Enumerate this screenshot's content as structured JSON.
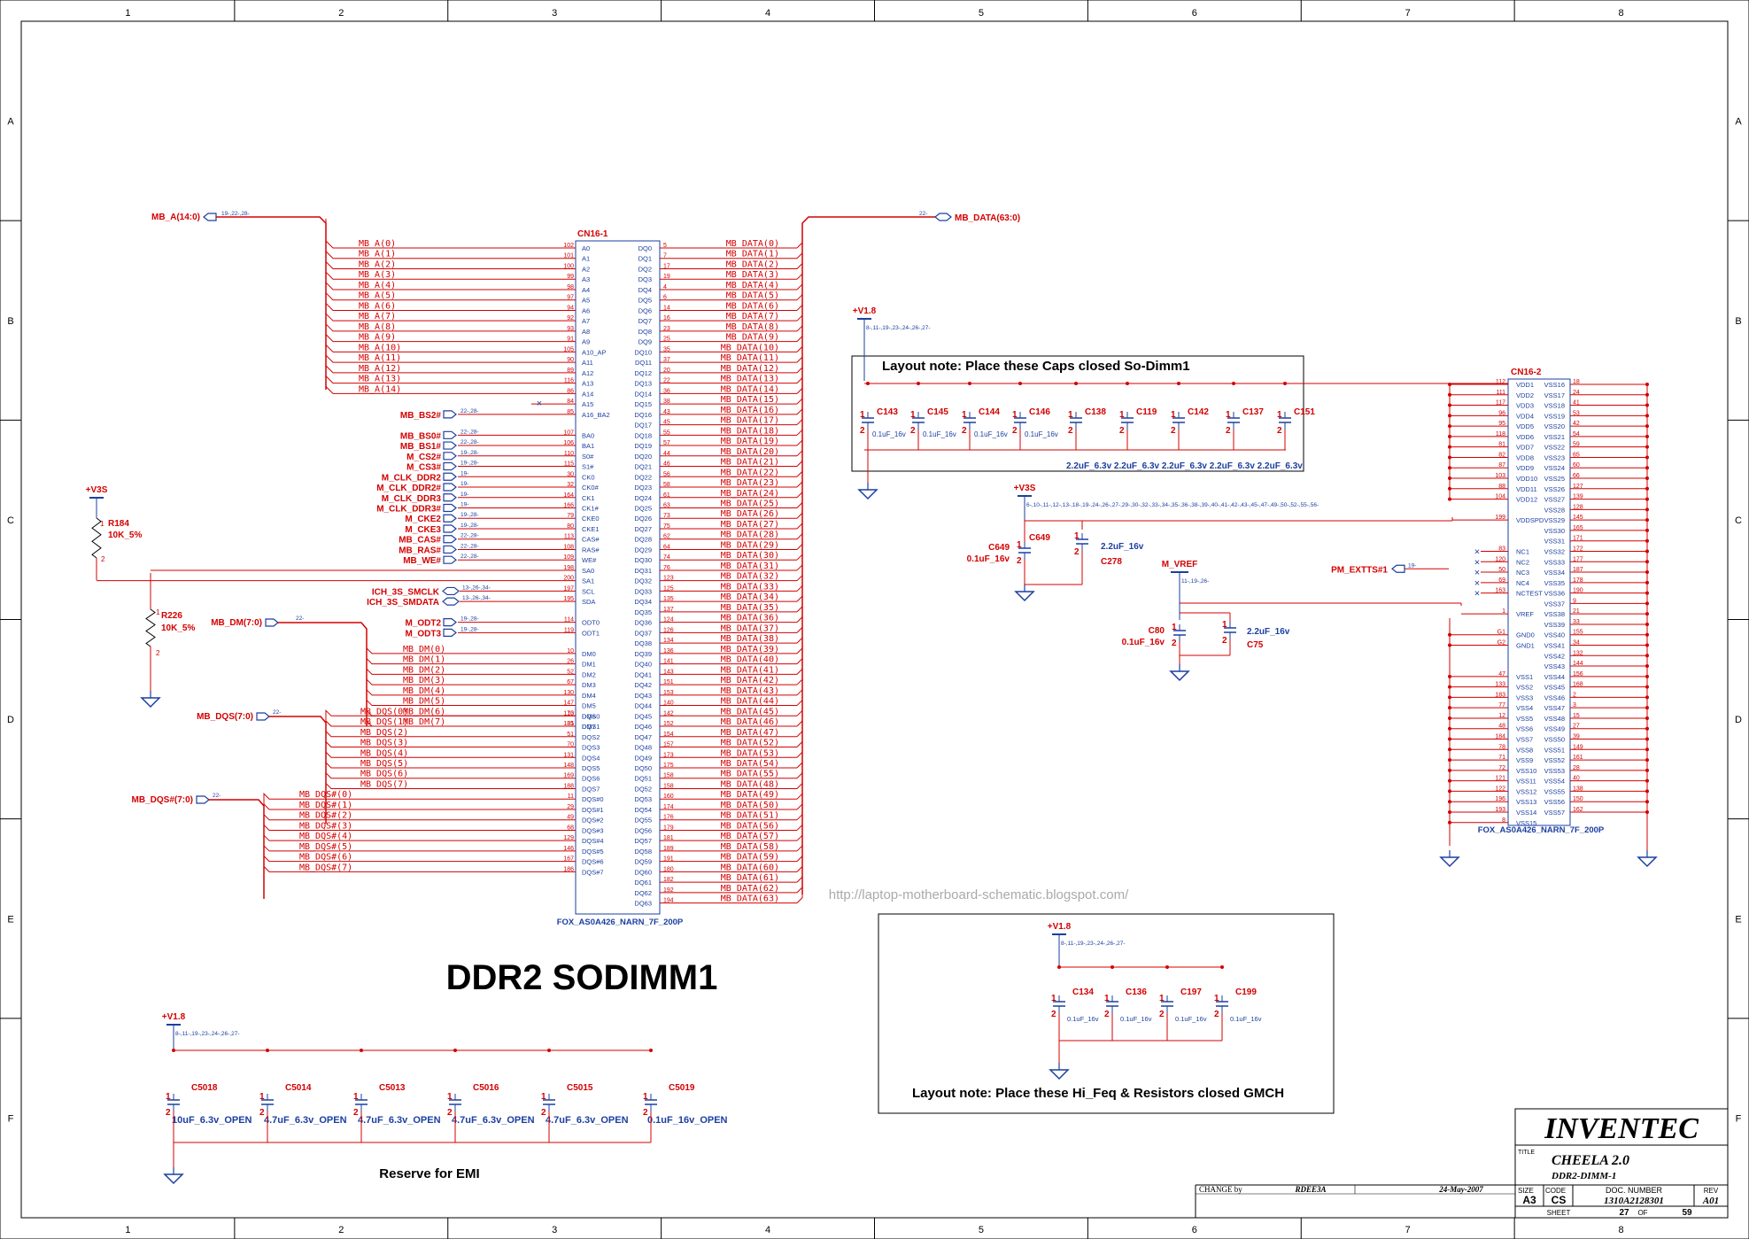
{
  "frame": {
    "cols": [
      "1",
      "2",
      "3",
      "4",
      "5",
      "6",
      "7",
      "8"
    ],
    "rows": [
      "A",
      "B",
      "C",
      "D",
      "E",
      "F"
    ]
  },
  "page_title": "DDR2 SODIMM1",
  "watermark": "http://laptop-motherboard-schematic.blogspot.com/",
  "cn16_1": {
    "ref": "CN16-1",
    "part": "FOX_AS0A426_NARN_7F_200P",
    "addr_pins": [
      {
        "num": "102",
        "name": "A0"
      },
      {
        "num": "101",
        "name": "A1"
      },
      {
        "num": "100",
        "name": "A2"
      },
      {
        "num": "99",
        "name": "A3"
      },
      {
        "num": "98",
        "name": "A4"
      },
      {
        "num": "97",
        "name": "A5"
      },
      {
        "num": "94",
        "name": "A6"
      },
      {
        "num": "92",
        "name": "A7"
      },
      {
        "num": "93",
        "name": "A8"
      },
      {
        "num": "91",
        "name": "A9"
      },
      {
        "num": "105",
        "name": "A10_AP"
      },
      {
        "num": "90",
        "name": "A11"
      },
      {
        "num": "89",
        "name": "A12"
      },
      {
        "num": "116",
        "name": "A13"
      },
      {
        "num": "86",
        "name": "A14"
      },
      {
        "num": "84",
        "name": "A15"
      },
      {
        "num": "85",
        "name": "A16_BA2"
      }
    ],
    "addr_nets": [
      "MB_A(0)",
      "MB_A(1)",
      "MB_A(2)",
      "MB_A(3)",
      "MB_A(4)",
      "MB_A(5)",
      "MB_A(6)",
      "MB_A(7)",
      "MB_A(8)",
      "MB_A(9)",
      "MB_A(10)",
      "MB_A(11)",
      "MB_A(12)",
      "MB_A(13)",
      "MB_A(14)"
    ],
    "ctrl_pins": [
      {
        "num": "107",
        "name": "BA0",
        "net": "MB_BS0#",
        "ref": "22-,28-"
      },
      {
        "num": "106",
        "name": "BA1",
        "net": "MB_BS1#",
        "ref": "22-,28-"
      },
      {
        "num": "110",
        "name": "S0#",
        "net": "M_CS2#",
        "ref": "19-,28-"
      },
      {
        "num": "115",
        "name": "S1#",
        "net": "M_CS3#",
        "ref": "19-,28-"
      },
      {
        "num": "30",
        "name": "CK0",
        "net": "M_CLK_DDR2",
        "ref": "19-"
      },
      {
        "num": "32",
        "name": "CK0#",
        "net": "M_CLK_DDR2#",
        "ref": "19-"
      },
      {
        "num": "164",
        "name": "CK1",
        "net": "M_CLK_DDR3",
        "ref": "19-"
      },
      {
        "num": "166",
        "name": "CK1#",
        "net": "M_CLK_DDR3#",
        "ref": "19-"
      },
      {
        "num": "79",
        "name": "CKE0",
        "net": "M_CKE2",
        "ref": "19-,28-"
      },
      {
        "num": "80",
        "name": "CKE1",
        "net": "M_CKE3",
        "ref": "19-,28-"
      },
      {
        "num": "113",
        "name": "CAS#",
        "net": "MB_CAS#",
        "ref": "22-,28-"
      },
      {
        "num": "108",
        "name": "RAS#",
        "net": "MB_RAS#",
        "ref": "22-,28-"
      },
      {
        "num": "109",
        "name": "WE#",
        "net": "MB_WE#",
        "ref": "22-,28-"
      }
    ],
    "sa_pins": [
      {
        "num": "198",
        "name": "SA0"
      },
      {
        "num": "200",
        "name": "SA1"
      }
    ],
    "smb_pins": [
      {
        "num": "197",
        "name": "SCL",
        "net": "ICH_3S_SMCLK",
        "ref": "13-,26-,34-"
      },
      {
        "num": "195",
        "name": "SDA",
        "net": "ICH_3S_SMDATA",
        "ref": "13-,26-,34-"
      }
    ],
    "odt_pins": [
      {
        "num": "114",
        "name": "ODT0",
        "net": "M_ODT2",
        "ref": "19-,28-"
      },
      {
        "num": "119",
        "name": "ODT1",
        "net": "M_ODT3",
        "ref": "19-,28-"
      }
    ],
    "dm_pins": [
      {
        "num": "10",
        "name": "DM0"
      },
      {
        "num": "26",
        "name": "DM1"
      },
      {
        "num": "52",
        "name": "DM2"
      },
      {
        "num": "67",
        "name": "DM3"
      },
      {
        "num": "130",
        "name": "DM4"
      },
      {
        "num": "147",
        "name": "DM5"
      },
      {
        "num": "170",
        "name": "DM6"
      },
      {
        "num": "185",
        "name": "DM7"
      }
    ],
    "dm_nets": [
      "MB_DM(0)",
      "MB_DM(1)",
      "MB_DM(2)",
      "MB_DM(3)",
      "MB_DM(4)",
      "MB_DM(5)",
      "MB_DM(6)",
      "MB_DM(7)"
    ],
    "dqs_pins": [
      {
        "num": "13",
        "name": "DQS0"
      },
      {
        "num": "31",
        "name": "DQS1"
      },
      {
        "num": "51",
        "name": "DQS2"
      },
      {
        "num": "70",
        "name": "DQS3"
      },
      {
        "num": "131",
        "name": "DQS4"
      },
      {
        "num": "148",
        "name": "DQS5"
      },
      {
        "num": "169",
        "name": "DQS6"
      },
      {
        "num": "188",
        "name": "DQS7"
      }
    ],
    "dqs_nets": [
      "MB_DQS(0)",
      "MB_DQS(1)",
      "MB_DQS(2)",
      "MB_DQS(3)",
      "MB_DQS(4)",
      "MB_DQS(5)",
      "MB_DQS(6)",
      "MB_DQS(7)"
    ],
    "dqsn_pins": [
      {
        "num": "11",
        "name": "DQS#0"
      },
      {
        "num": "29",
        "name": "DQS#1"
      },
      {
        "num": "49",
        "name": "DQS#2"
      },
      {
        "num": "68",
        "name": "DQS#3"
      },
      {
        "num": "129",
        "name": "DQS#4"
      },
      {
        "num": "146",
        "name": "DQS#5"
      },
      {
        "num": "167",
        "name": "DQS#6"
      },
      {
        "num": "186",
        "name": "DQS#7"
      }
    ],
    "dqsn_nets": [
      "MB_DQS#(0)",
      "MB_DQS#(1)",
      "MB_DQS#(2)",
      "MB_DQS#(3)",
      "MB_DQS#(4)",
      "MB_DQS#(5)",
      "MB_DQS#(6)",
      "MB_DQS#(7)"
    ],
    "dq_pins": [
      {
        "name": "DQ0",
        "num": "5"
      },
      {
        "name": "DQ1",
        "num": "7"
      },
      {
        "name": "DQ2",
        "num": "17"
      },
      {
        "name": "DQ3",
        "num": "19"
      },
      {
        "name": "DQ4",
        "num": "4"
      },
      {
        "name": "DQ5",
        "num": "6"
      },
      {
        "name": "DQ6",
        "num": "14"
      },
      {
        "name": "DQ7",
        "num": "16"
      },
      {
        "name": "DQ8",
        "num": "23"
      },
      {
        "name": "DQ9",
        "num": "25"
      },
      {
        "name": "DQ10",
        "num": "35"
      },
      {
        "name": "DQ11",
        "num": "37"
      },
      {
        "name": "DQ12",
        "num": "20"
      },
      {
        "name": "DQ13",
        "num": "22"
      },
      {
        "name": "DQ14",
        "num": "36"
      },
      {
        "name": "DQ15",
        "num": "38"
      },
      {
        "name": "DQ16",
        "num": "43"
      },
      {
        "name": "DQ17",
        "num": "45"
      },
      {
        "name": "DQ18",
        "num": "55"
      },
      {
        "name": "DQ19",
        "num": "57"
      },
      {
        "name": "DQ20",
        "num": "44"
      },
      {
        "name": "DQ21",
        "num": "46"
      },
      {
        "name": "DQ22",
        "num": "56"
      },
      {
        "name": "DQ23",
        "num": "58"
      },
      {
        "name": "DQ24",
        "num": "61"
      },
      {
        "name": "DQ25",
        "num": "63"
      },
      {
        "name": "DQ26",
        "num": "73"
      },
      {
        "name": "DQ27",
        "num": "75"
      },
      {
        "name": "DQ28",
        "num": "62"
      },
      {
        "name": "DQ29",
        "num": "64"
      },
      {
        "name": "DQ30",
        "num": "74"
      },
      {
        "name": "DQ31",
        "num": "76"
      },
      {
        "name": "DQ32",
        "num": "123"
      },
      {
        "name": "DQ33",
        "num": "125"
      },
      {
        "name": "DQ34",
        "num": "135"
      },
      {
        "name": "DQ35",
        "num": "137"
      },
      {
        "name": "DQ36",
        "num": "124"
      },
      {
        "name": "DQ37",
        "num": "126"
      },
      {
        "name": "DQ38",
        "num": "134"
      },
      {
        "name": "DQ39",
        "num": "136"
      },
      {
        "name": "DQ40",
        "num": "141"
      },
      {
        "name": "DQ41",
        "num": "143"
      },
      {
        "name": "DQ42",
        "num": "151"
      },
      {
        "name": "DQ43",
        "num": "153"
      },
      {
        "name": "DQ44",
        "num": "140"
      },
      {
        "name": "DQ45",
        "num": "142"
      },
      {
        "name": "DQ46",
        "num": "152"
      },
      {
        "name": "DQ47",
        "num": "154"
      },
      {
        "name": "DQ48",
        "num": "157"
      },
      {
        "name": "DQ49",
        "num": "173"
      },
      {
        "name": "DQ50",
        "num": "175"
      },
      {
        "name": "DQ51",
        "num": "158"
      },
      {
        "name": "DQ52",
        "num": "158"
      },
      {
        "name": "DQ53",
        "num": "160"
      },
      {
        "name": "DQ54",
        "num": "174"
      },
      {
        "name": "DQ55",
        "num": "176"
      },
      {
        "name": "DQ56",
        "num": "179"
      },
      {
        "name": "DQ57",
        "num": "181"
      },
      {
        "name": "DQ58",
        "num": "189"
      },
      {
        "name": "DQ59",
        "num": "191"
      },
      {
        "name": "DQ60",
        "num": "180"
      },
      {
        "name": "DQ61",
        "num": "182"
      },
      {
        "name": "DQ62",
        "num": "192"
      },
      {
        "name": "DQ63",
        "num": "194"
      }
    ],
    "dq_nets": [
      "MB_DATA(0)",
      "MB_DATA(1)",
      "MB_DATA(2)",
      "MB_DATA(3)",
      "MB_DATA(4)",
      "MB_DATA(5)",
      "MB_DATA(6)",
      "MB_DATA(7)",
      "MB_DATA(8)",
      "MB_DATA(9)",
      "MB_DATA(10)",
      "MB_DATA(11)",
      "MB_DATA(12)",
      "MB_DATA(13)",
      "MB_DATA(14)",
      "MB_DATA(15)",
      "MB_DATA(16)",
      "MB_DATA(17)",
      "MB_DATA(18)",
      "MB_DATA(19)",
      "MB_DATA(20)",
      "MB_DATA(21)",
      "MB_DATA(22)",
      "MB_DATA(23)",
      "MB_DATA(24)",
      "MB_DATA(25)",
      "MB_DATA(26)",
      "MB_DATA(27)",
      "MB_DATA(28)",
      "MB_DATA(29)",
      "MB_DATA(30)",
      "MB_DATA(31)",
      "MB_DATA(32)",
      "MB_DATA(33)",
      "MB_DATA(34)",
      "MB_DATA(35)",
      "MB_DATA(36)",
      "MB_DATA(37)",
      "MB_DATA(38)",
      "MB_DATA(39)",
      "MB_DATA(40)",
      "MB_DATA(41)",
      "MB_DATA(42)",
      "MB_DATA(43)",
      "MB_DATA(44)",
      "MB_DATA(45)",
      "MB_DATA(46)",
      "MB_DATA(47)",
      "MB_DATA(52)",
      "MB_DATA(53)",
      "MB_DATA(54)",
      "MB_DATA(55)",
      "MB_DATA(48)",
      "MB_DATA(49)",
      "MB_DATA(50)",
      "MB_DATA(51)",
      "MB_DATA(56)",
      "MB_DATA(57)",
      "MB_DATA(58)",
      "MB_DATA(59)",
      "MB_DATA(60)",
      "MB_DATA(61)",
      "MB_DATA(62)",
      "MB_DATA(63)"
    ]
  },
  "buses": {
    "mb_a": {
      "label": "MB_A(14:0)",
      "ref": "19-,22-,28-"
    },
    "mb_data": {
      "label": "MB_DATA(63:0)",
      "ref": "22-"
    },
    "mb_dm": {
      "label": "MB_DM(7:0)",
      "ref": "22-"
    },
    "mb_dqs": {
      "label": "MB_DQS(7:0)",
      "ref": "22-"
    },
    "mb_dqsn": {
      "label": "MB_DQS#(7:0)",
      "ref": "22-"
    },
    "mb_bs2": {
      "label": "MB_BS2#",
      "ref": "22-,28-"
    }
  },
  "resistors": [
    {
      "rail": "+V3S",
      "ref": "R184",
      "value": "10K_5%",
      "pin1": "1",
      "pin2": "2"
    },
    {
      "ref": "R226",
      "value": "10K_5%",
      "pin1": "1",
      "pin2": "2"
    }
  ],
  "cn16_2": {
    "ref": "CN16-2",
    "part": "FOX_AS0A426_NARN_7F_200P",
    "left_pins": [
      {
        "num": "112",
        "name": "VDD1"
      },
      {
        "num": "111",
        "name": "VDD2"
      },
      {
        "num": "117",
        "name": "VDD3"
      },
      {
        "num": "96",
        "name": "VDD4"
      },
      {
        "num": "95",
        "name": "VDD5"
      },
      {
        "num": "118",
        "name": "VDD6"
      },
      {
        "num": "81",
        "name": "VDD7"
      },
      {
        "num": "82",
        "name": "VDD8"
      },
      {
        "num": "87",
        "name": "VDD9"
      },
      {
        "num": "103",
        "name": "VDD10"
      },
      {
        "num": "88",
        "name": "VDD11"
      },
      {
        "num": "104",
        "name": "VDD12"
      },
      {
        "num": "199",
        "name": "VDDSPD"
      },
      {
        "num": "83",
        "name": "NC1"
      },
      {
        "num": "120",
        "name": "NC2"
      },
      {
        "num": "50",
        "name": "NC3"
      },
      {
        "num": "69",
        "name": "NC4"
      },
      {
        "num": "163",
        "name": "NCTEST"
      },
      {
        "num": "1",
        "name": "VREF"
      },
      {
        "num": "G1",
        "name": "GND0"
      },
      {
        "num": "G2",
        "name": "GND1"
      },
      {
        "num": "47",
        "name": "VSS1"
      },
      {
        "num": "133",
        "name": "VSS2"
      },
      {
        "num": "183",
        "name": "VSS3"
      },
      {
        "num": "77",
        "name": "VSS4"
      },
      {
        "num": "12",
        "name": "VSS5"
      },
      {
        "num": "48",
        "name": "VSS6"
      },
      {
        "num": "184",
        "name": "VSS7"
      },
      {
        "num": "78",
        "name": "VSS8"
      },
      {
        "num": "71",
        "name": "VSS9"
      },
      {
        "num": "72",
        "name": "VSS10"
      },
      {
        "num": "121",
        "name": "VSS11"
      },
      {
        "num": "122",
        "name": "VSS12"
      },
      {
        "num": "196",
        "name": "VSS13"
      },
      {
        "num": "193",
        "name": "VSS14"
      },
      {
        "num": "8",
        "name": "VSS15"
      }
    ],
    "right_pins": [
      {
        "name": "VSS16",
        "num": "18"
      },
      {
        "name": "VSS17",
        "num": "24"
      },
      {
        "name": "VSS18",
        "num": "41"
      },
      {
        "name": "VSS19",
        "num": "53"
      },
      {
        "name": "VSS20",
        "num": "42"
      },
      {
        "name": "VSS21",
        "num": "54"
      },
      {
        "name": "VSS22",
        "num": "59"
      },
      {
        "name": "VSS23",
        "num": "65"
      },
      {
        "name": "VSS24",
        "num": "60"
      },
      {
        "name": "VSS25",
        "num": "66"
      },
      {
        "name": "VSS26",
        "num": "127"
      },
      {
        "name": "VSS27",
        "num": "139"
      },
      {
        "name": "VSS28",
        "num": "128"
      },
      {
        "name": "VSS29",
        "num": "145"
      },
      {
        "name": "VSS30",
        "num": "165"
      },
      {
        "name": "VSS31",
        "num": "171"
      },
      {
        "name": "VSS32",
        "num": "172"
      },
      {
        "name": "VSS33",
        "num": "177"
      },
      {
        "name": "VSS34",
        "num": "187"
      },
      {
        "name": "VSS35",
        "num": "178"
      },
      {
        "name": "VSS36",
        "num": "190"
      },
      {
        "name": "VSS37",
        "num": "9"
      },
      {
        "name": "VSS38",
        "num": "21"
      },
      {
        "name": "VSS39",
        "num": "33"
      },
      {
        "name": "VSS40",
        "num": "155"
      },
      {
        "name": "VSS41",
        "num": "34"
      },
      {
        "name": "VSS42",
        "num": "132"
      },
      {
        "name": "VSS43",
        "num": "144"
      },
      {
        "name": "VSS44",
        "num": "156"
      },
      {
        "name": "VSS45",
        "num": "168"
      },
      {
        "name": "VSS46",
        "num": "2"
      },
      {
        "name": "VSS47",
        "num": "3"
      },
      {
        "name": "VSS48",
        "num": "15"
      },
      {
        "name": "VSS49",
        "num": "27"
      },
      {
        "name": "VSS50",
        "num": "39"
      },
      {
        "name": "VSS51",
        "num": "149"
      },
      {
        "name": "VSS52",
        "num": "161"
      },
      {
        "name": "VSS53",
        "num": "28"
      },
      {
        "name": "VSS54",
        "num": "40"
      },
      {
        "name": "VSS55",
        "num": "138"
      },
      {
        "name": "VSS56",
        "num": "150"
      },
      {
        "name": "VSS57",
        "num": "162"
      }
    ],
    "pm_exttts": {
      "label": "PM_EXTTS#1",
      "ref": "19-"
    }
  },
  "v18_caps_group": {
    "rail": "+V1.8",
    "rail_ref": "8-,11-,19-,23-,24-,26-,27-",
    "note": "Layout note: Place these Caps closed So-Dimm1",
    "caps_small": [
      {
        "ref": "C143",
        "value": "0.1uF_16v"
      },
      {
        "ref": "C145",
        "value": "0.1uF_16v"
      },
      {
        "ref": "C144",
        "value": "0.1uF_16v"
      },
      {
        "ref": "C146",
        "value": "0.1uF_16v"
      }
    ],
    "caps_big": [
      {
        "ref": "C138"
      },
      {
        "ref": "C119"
      },
      {
        "ref": "C142"
      },
      {
        "ref": "C137"
      },
      {
        "ref": "C151"
      }
    ],
    "big_values": "2.2uF_6.3v 2.2uF_6.3v 2.2uF_6.3v 2.2uF_6.3v 2.2uF_6.3v"
  },
  "v3s_group": {
    "rail": "+V3S",
    "rail_ref": "6-,10-,11-,12-,13-,18-,19-,24-,26-,27-,29-,30-,32-,33-,34-,35-,36-,38-,39-,40-,41-,42-,43-,45-,47-,49-,50-,52-,55-,56-",
    "caps": [
      {
        "ref": "C649",
        "value": "0.1uF_16v"
      },
      {
        "ref": "C278",
        "value": "2.2uF_16v"
      }
    ]
  },
  "vref_group": {
    "rail": "M_VREF",
    "rail_ref": "11-,19-,26-",
    "caps": [
      {
        "ref": "C80",
        "value": "0.1uF_16v"
      },
      {
        "ref": "C75",
        "value": "2.2uF_16v"
      }
    ]
  },
  "gmch_group": {
    "rail": "+V1.8",
    "rail_ref": "8-,11-,19-,23-,24-,26-,27-",
    "note": "Layout note: Place these Hi_Feq & Resistors closed GMCH",
    "caps": [
      {
        "ref": "C134",
        "value": "0.1uF_16v"
      },
      {
        "ref": "C136",
        "value": "0.1uF_16v"
      },
      {
        "ref": "C197",
        "value": "0.1uF_16v"
      },
      {
        "ref": "C199",
        "value": "0.1uF_16v"
      }
    ]
  },
  "emi_group": {
    "rail": "+V1.8",
    "rail_ref": "8-,11-,19-,23-,24-,26-,27-",
    "note": "Reserve for EMI",
    "caps": [
      {
        "ref": "C5018",
        "value": "10uF_6.3v_OPEN"
      },
      {
        "ref": "C5014",
        "value": "4.7uF_6.3v_OPEN"
      },
      {
        "ref": "C5013",
        "value": "4.7uF_6.3v_OPEN"
      },
      {
        "ref": "C5016",
        "value": "4.7uF_6.3v_OPEN"
      },
      {
        "ref": "C5015",
        "value": "4.7uF_6.3v_OPEN"
      },
      {
        "ref": "C5019",
        "value": "0.1uF_16v_OPEN"
      }
    ]
  },
  "title_block": {
    "company": "INVENTEC",
    "title_label": "TITLE",
    "title": "CHEELA 2.0",
    "subtitle": "DDR2-DIMM-1",
    "size_label": "SIZE",
    "size": "A3",
    "code_label": "CODE",
    "code": "CS",
    "doc_label": "DOC. NUMBER",
    "doc": "1310A2128301",
    "rev_label": "REV",
    "rev": "A01",
    "change_label": "CHANGE by",
    "change_by": "RDEE3A",
    "date": "24-May-2007",
    "sheet_label": "SHEET",
    "sheet": "27",
    "of_label": "OF",
    "total": "59"
  }
}
